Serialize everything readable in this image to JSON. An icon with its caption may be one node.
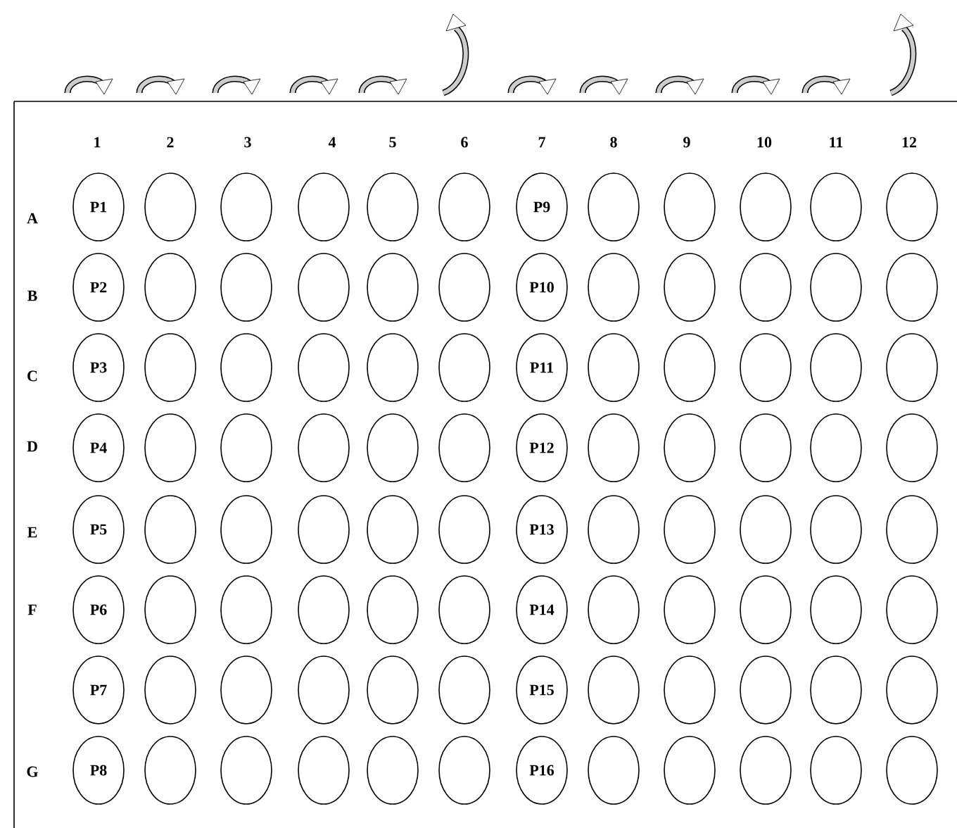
{
  "diagram": {
    "nodes": [
      {
        "text": [
          "P1"
        ]
      },
      {
        "text": [],
        "shape": "circle"
      },
      {
        "text": [],
        "shape": "circle"
      },
      {
        "text": [],
        "shape": "circle"
      },
      {
        "text": [],
        "shape": "circle"
      },
      {
        "text": [],
        "shape": "circle"
      },
      {
        "text": [
          "P9"
        ]
      },
      {
        "text": [],
        "shape": "circle"
      },
      {
        "text": [],
        "shape": "circle"
      },
      {
        "text": [],
        "shape": "circle"
      },
      {
        "text": [],
        "shape": "circle"
      },
      {
        "text": [],
        "shape": "circle"
      },
      {
        "text": [
          "P2"
        ]
      },
      {
        "text": [],
        "shape": "circle"
      },
      {
        "text": [],
        "shape": "circle"
      },
      {
        "text": [],
        "shape": "circle"
      },
      {
        "text": [],
        "shape": "circle"
      },
      {
        "text": [],
        "shape": "circle"
      },
      {
        "text": [
          "P10"
        ]
      },
      {
        "text": [],
        "shape": "circle"
      },
      {
        "text": [],
        "shape": "circle"
      },
      {
        "text": [],
        "shape": "circle"
      },
      {
        "text": [],
        "shape": "circle"
      },
      {
        "text": [],
        "shape": "circle"
      },
      {
        "text": [
          "P3"
        ]
      },
      {
        "text": [],
        "shape": "circle"
      },
      {
        "text": [],
        "shape": "circle"
      },
      {
        "text": [],
        "shape": "circle"
      },
      {
        "text": [],
        "shape": "circle"
      },
      {
        "text": [],
        "shape": "circle"
      },
      {
        "text": [
          "P11"
        ]
      },
      {
        "text": [],
        "shape": "circle"
      },
      {
        "text": [],
        "shape": "circle"
      },
      {
        "text": [],
        "shape": "circle"
      },
      {
        "text": [],
        "shape": "circle"
      },
      {
        "text": [],
        "shape": "circle"
      },
      {
        "text": [
          "P4"
        ]
      },
      {
        "text": [],
        "shape": "circle"
      },
      {
        "text": [],
        "shape": "circle"
      },
      {
        "text": [],
        "shape": "circle"
      },
      {
        "text": [],
        "shape": "circle"
      },
      {
        "text": [],
        "shape": "circle"
      },
      {
        "text": [
          "P12"
        ]
      },
      {
        "text": [],
        "shape": "circle"
      },
      {
        "text": [],
        "shape": "circle"
      },
      {
        "text": [],
        "shape": "circle"
      },
      {
        "text": [],
        "shape": "circle"
      },
      {
        "text": [],
        "shape": "circle"
      },
      {
        "text": [
          "P5"
        ]
      },
      {
        "text": [],
        "shape": "circle"
      },
      {
        "text": [],
        "shape": "circle"
      },
      {
        "text": [],
        "shape": "circle"
      },
      {
        "text": [],
        "shape": "circle"
      },
      {
        "text": [],
        "shape": "circle"
      },
      {
        "text": [
          "P13"
        ]
      },
      {
        "text": [],
        "shape": "circle"
      },
      {
        "text": [],
        "shape": "circle"
      },
      {
        "text": [],
        "shape": "circle"
      },
      {
        "text": [],
        "shape": "circle"
      },
      {
        "text": [],
        "shape": "circle"
      },
      {
        "text": [
          "P6"
        ]
      },
      {
        "text": [],
        "shape": "circle"
      },
      {
        "text": [],
        "shape": "circle"
      },
      {
        "text": [],
        "shape": "circle"
      },
      {
        "text": [],
        "shape": "circle"
      },
      {
        "text": [],
        "shape": "circle"
      },
      {
        "text": [
          "P14"
        ]
      },
      {
        "text": [],
        "shape": "circle"
      },
      {
        "text": [],
        "shape": "circle"
      },
      {
        "text": [],
        "shape": "circle"
      },
      {
        "text": [],
        "shape": "circle"
      },
      {
        "text": [],
        "shape": "circle"
      },
      {
        "text": [
          "P7"
        ]
      },
      {
        "text": [],
        "shape": "circle"
      },
      {
        "text": [],
        "shape": "circle"
      },
      {
        "text": [],
        "shape": "circle"
      },
      {
        "text": [],
        "shape": "circle"
      },
      {
        "text": [],
        "shape": "circle"
      },
      {
        "text": [
          "P15"
        ]
      },
      {
        "text": [],
        "shape": "circle"
      },
      {
        "text": [],
        "shape": "circle"
      },
      {
        "text": [],
        "shape": "circle"
      },
      {
        "text": [],
        "shape": "circle"
      },
      {
        "text": [],
        "shape": "circle"
      },
      {
        "text": [
          "P8"
        ]
      },
      {
        "text": [],
        "shape": "circle"
      },
      {
        "text": [],
        "shape": "circle"
      },
      {
        "text": [],
        "shape": "circle"
      },
      {
        "text": [],
        "shape": "circle"
      },
      {
        "text": [],
        "shape": "circle"
      },
      {
        "text": [
          "P16"
        ]
      },
      {
        "text": [],
        "shape": "circle"
      },
      {
        "text": [],
        "shape": "circle"
      },
      {
        "text": [],
        "shape": "circle"
      },
      {
        "text": [],
        "shape": "circle"
      },
      {
        "text": [],
        "shape": "circle"
      }
    ],
    "labels": [
      "1",
      "2",
      "3",
      "4",
      "5",
      "6",
      "7",
      "8",
      "9",
      "10",
      "11",
      "12",
      "A",
      "B",
      "C",
      "D",
      "E",
      "F",
      "G"
    ]
  }
}
